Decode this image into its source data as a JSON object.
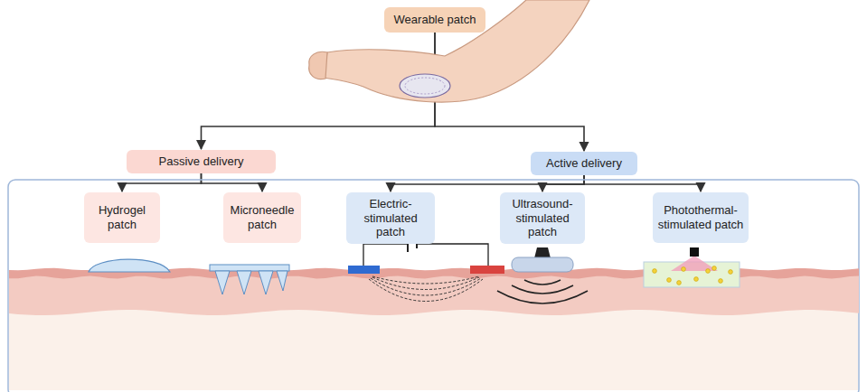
{
  "diagram": {
    "nodes": [
      {
        "text": [
          "Wearable patch"
        ]
      },
      {
        "text": [
          "Passive delivery"
        ]
      },
      {
        "text": [
          "Active delivery"
        ]
      },
      {
        "text": [
          "Hydrogel patch"
        ]
      },
      {
        "text": [
          "Microneedle patch"
        ]
      },
      {
        "text": [
          "Electric-stimulated patch"
        ]
      },
      {
        "text": [
          "Ultrasound-stimulated patch"
        ]
      },
      {
        "text": [
          "Photothermal-stimulated patch"
        ]
      }
    ],
    "edges": [
      {
        "from": 0,
        "to": 1,
        "arrow": "to"
      },
      {
        "from": 0,
        "to": 2,
        "arrow": "to"
      },
      {
        "from": 1,
        "to": 3,
        "arrow": "to"
      },
      {
        "from": 1,
        "to": 4,
        "arrow": "to"
      },
      {
        "from": 2,
        "to": 5,
        "arrow": "to"
      },
      {
        "from": 2,
        "to": 6,
        "arrow": "to"
      },
      {
        "from": 2,
        "to": 7,
        "arrow": "to"
      }
    ]
  }
}
